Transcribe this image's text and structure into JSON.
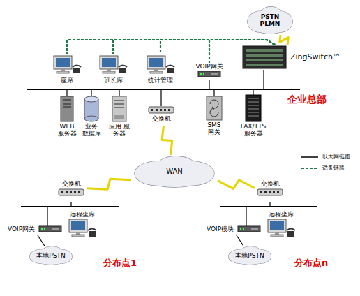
{
  "diagram": {
    "nodes": [
      {
        "text": [
          "PSTN PLMN"
        ]
      },
      {
        "text": [
          "座席"
        ]
      },
      {
        "text": [
          "班长席"
        ]
      },
      {
        "text": [
          "统计管理"
        ]
      },
      {
        "text": [
          "VOIP网关"
        ]
      },
      {
        "text": [
          "ZingSwitch™"
        ]
      },
      {
        "text": [
          "WEB 服务器"
        ]
      },
      {
        "text": [
          "业务 数据库"
        ]
      },
      {
        "text": [
          "应用 服务器"
        ]
      },
      {
        "text": [
          "交换机"
        ]
      },
      {
        "text": [
          "SMS 网关"
        ]
      },
      {
        "text": [
          "FAX/TTS 服务器"
        ]
      },
      {
        "text": [
          "WAN"
        ]
      },
      {
        "text": [
          "交换机"
        ]
      },
      {
        "text": [
          "远程坐席"
        ]
      },
      {
        "text": [
          "VOIP网关"
        ]
      },
      {
        "text": [
          "本地PSTN"
        ]
      },
      {
        "text": [
          "交换机"
        ]
      },
      {
        "text": [
          "远程坐席"
        ]
      },
      {
        "text": [
          "VOIP模块"
        ]
      },
      {
        "text": [
          "本地PSTN"
        ]
      }
    ],
    "edges": [
      {
        "from": 0,
        "to": 5,
        "arrow": "none"
      },
      {
        "from": 5,
        "to": 1,
        "arrow": "none"
      },
      {
        "from": 5,
        "to": 2,
        "arrow": "none"
      },
      {
        "from": 5,
        "to": 3,
        "arrow": "none"
      },
      {
        "from": 5,
        "to": 4,
        "arrow": "none"
      },
      {
        "from": 9,
        "to": 12,
        "arrow": "none"
      },
      {
        "from": 12,
        "to": 13,
        "arrow": "none"
      },
      {
        "from": 12,
        "to": 17,
        "arrow": "none"
      },
      {
        "from": 15,
        "to": 16,
        "arrow": "none"
      },
      {
        "from": 19,
        "to": 20,
        "arrow": "none"
      }
    ],
    "labels": [
      "企业总部",
      "分布点1",
      "分布点n"
    ],
    "legend": [
      {
        "text": "以太网链路"
      },
      {
        "text": "话务链路"
      }
    ]
  }
}
